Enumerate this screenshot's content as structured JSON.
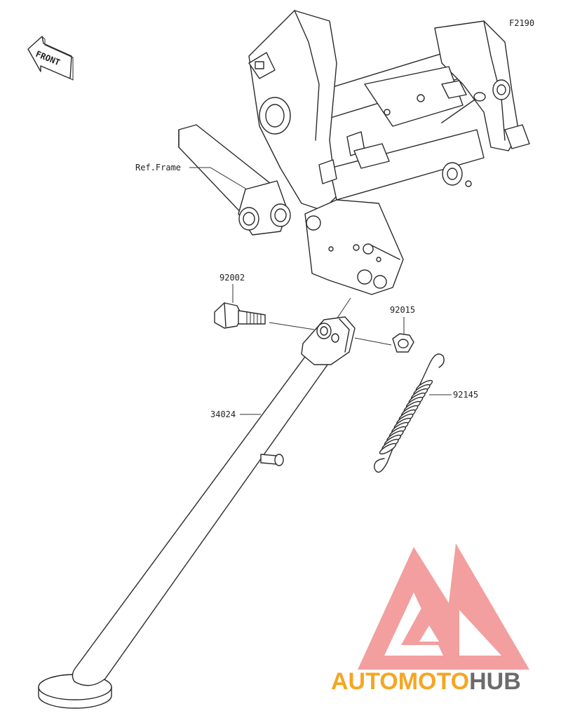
{
  "diagram_code": "F2190",
  "front_label": "FRONT",
  "ref_label": "Ref.Frame",
  "parts": [
    {
      "id": "92002",
      "name": "bolt"
    },
    {
      "id": "92015",
      "name": "nut"
    },
    {
      "id": "92145",
      "name": "spring"
    },
    {
      "id": "34024",
      "name": "side-stand"
    }
  ],
  "watermark": {
    "part1": "AUTO",
    "part2": "MOTO",
    "part3": "HUB",
    "color_accent": "#f5a623",
    "color_red": "#f08080",
    "color_dark": "#6b6b6b"
  }
}
